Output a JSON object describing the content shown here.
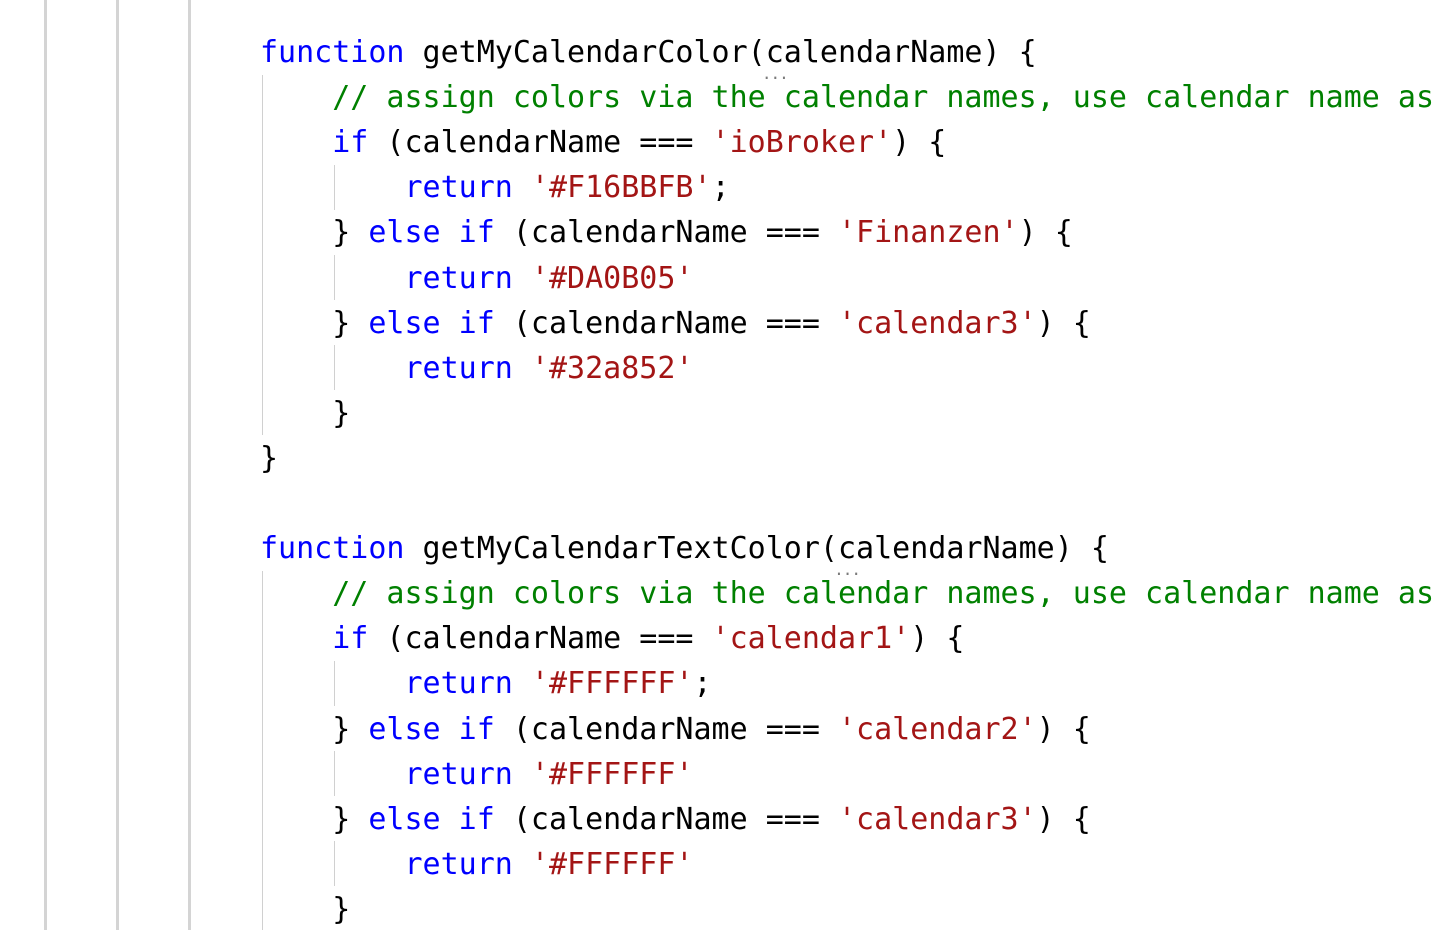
{
  "editor": {
    "language": "javascript",
    "colors": {
      "background": "#ffffff",
      "keyword": "#0000ff",
      "string": "#a31515",
      "comment": "#008000",
      "text": "#000000",
      "indent_guide": "#d4d4d4"
    },
    "hint_glyph": "...",
    "lines": [
      [
        {
          "t": "kw",
          "v": "function"
        },
        {
          "t": "tx",
          "v": " getMyCalendarColor("
        },
        {
          "t": "hint",
          "v": "c"
        },
        {
          "t": "tx",
          "v": "alendarName) {"
        }
      ],
      [
        {
          "t": "tx",
          "v": "    "
        },
        {
          "t": "cm",
          "v": "// assign colors via the calendar names, use calendar name as"
        }
      ],
      [
        {
          "t": "tx",
          "v": "    "
        },
        {
          "t": "kw",
          "v": "if"
        },
        {
          "t": "tx",
          "v": " (calendarName === "
        },
        {
          "t": "str",
          "v": "'ioBroker'"
        },
        {
          "t": "tx",
          "v": ") {"
        }
      ],
      [
        {
          "t": "tx",
          "v": "        "
        },
        {
          "t": "kw",
          "v": "return"
        },
        {
          "t": "tx",
          "v": " "
        },
        {
          "t": "str",
          "v": "'#F16BBFB'"
        },
        {
          "t": "tx",
          "v": ";"
        }
      ],
      [
        {
          "t": "tx",
          "v": "    } "
        },
        {
          "t": "kw",
          "v": "else if"
        },
        {
          "t": "tx",
          "v": " (calendarName === "
        },
        {
          "t": "str",
          "v": "'Finanzen'"
        },
        {
          "t": "tx",
          "v": ") {"
        }
      ],
      [
        {
          "t": "tx",
          "v": "        "
        },
        {
          "t": "kw",
          "v": "return"
        },
        {
          "t": "tx",
          "v": " "
        },
        {
          "t": "str",
          "v": "'#DA0B05'"
        }
      ],
      [
        {
          "t": "tx",
          "v": "    } "
        },
        {
          "t": "kw",
          "v": "else if"
        },
        {
          "t": "tx",
          "v": " (calendarName === "
        },
        {
          "t": "str",
          "v": "'calendar3'"
        },
        {
          "t": "tx",
          "v": ") {"
        }
      ],
      [
        {
          "t": "tx",
          "v": "        "
        },
        {
          "t": "kw",
          "v": "return"
        },
        {
          "t": "tx",
          "v": " "
        },
        {
          "t": "str",
          "v": "'#32a852'"
        }
      ],
      [
        {
          "t": "tx",
          "v": "    }"
        }
      ],
      [
        {
          "t": "tx",
          "v": "}"
        }
      ],
      [],
      [
        {
          "t": "kw",
          "v": "function"
        },
        {
          "t": "tx",
          "v": " getMyCalendarTextColor("
        },
        {
          "t": "hint",
          "v": "c"
        },
        {
          "t": "tx",
          "v": "alendarName) {"
        }
      ],
      [
        {
          "t": "tx",
          "v": "    "
        },
        {
          "t": "cm",
          "v": "// assign colors via the calendar names, use calendar name as"
        }
      ],
      [
        {
          "t": "tx",
          "v": "    "
        },
        {
          "t": "kw",
          "v": "if"
        },
        {
          "t": "tx",
          "v": " (calendarName === "
        },
        {
          "t": "str",
          "v": "'calendar1'"
        },
        {
          "t": "tx",
          "v": ") {"
        }
      ],
      [
        {
          "t": "tx",
          "v": "        "
        },
        {
          "t": "kw",
          "v": "return"
        },
        {
          "t": "tx",
          "v": " "
        },
        {
          "t": "str",
          "v": "'#FFFFFF'"
        },
        {
          "t": "tx",
          "v": ";"
        }
      ],
      [
        {
          "t": "tx",
          "v": "    } "
        },
        {
          "t": "kw",
          "v": "else if"
        },
        {
          "t": "tx",
          "v": " (calendarName === "
        },
        {
          "t": "str",
          "v": "'calendar2'"
        },
        {
          "t": "tx",
          "v": ") {"
        }
      ],
      [
        {
          "t": "tx",
          "v": "        "
        },
        {
          "t": "kw",
          "v": "return"
        },
        {
          "t": "tx",
          "v": " "
        },
        {
          "t": "str",
          "v": "'#FFFFFF'"
        }
      ],
      [
        {
          "t": "tx",
          "v": "    } "
        },
        {
          "t": "kw",
          "v": "else if"
        },
        {
          "t": "tx",
          "v": " (calendarName === "
        },
        {
          "t": "str",
          "v": "'calendar3'"
        },
        {
          "t": "tx",
          "v": ") {"
        }
      ],
      [
        {
          "t": "tx",
          "v": "        "
        },
        {
          "t": "kw",
          "v": "return"
        },
        {
          "t": "tx",
          "v": " "
        },
        {
          "t": "str",
          "v": "'#FFFFFF'"
        }
      ],
      [
        {
          "t": "tx",
          "v": "    }"
        }
      ]
    ]
  }
}
